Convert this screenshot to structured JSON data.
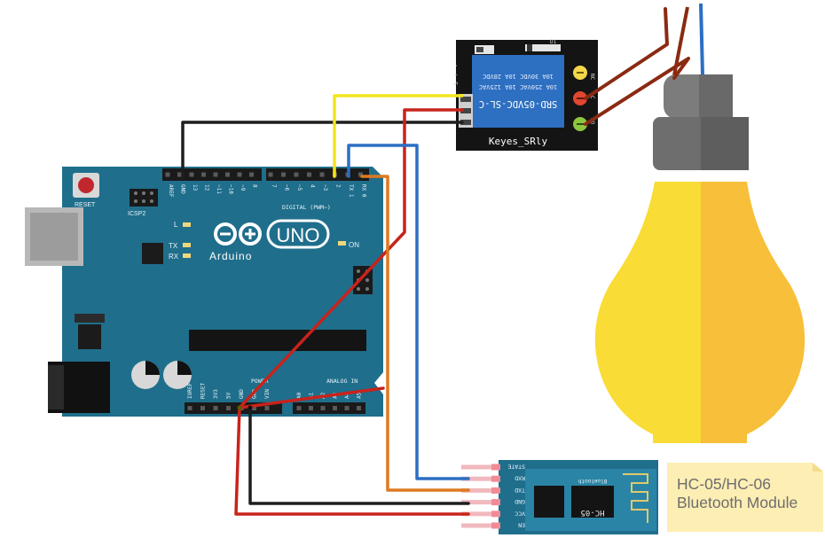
{
  "arduino": {
    "reset_label": "RESET",
    "icsp_label": "ICSP2",
    "led_l": "L",
    "led_tx": "TX",
    "led_rx": "RX",
    "on_label": "ON",
    "uno_label": "UNO",
    "brand_label": "Arduino",
    "digital_label": "DIGITAL (PWM~)",
    "power_label": "POWER",
    "analog_label": "ANALOG IN",
    "header_top_pins": [
      "AREF",
      "GND",
      "13",
      "12",
      "~11",
      "~10",
      "~9",
      "8",
      "7",
      "~6",
      "~5",
      "4",
      "~3",
      "2",
      "TX 1",
      "RX 0"
    ],
    "header_power_pins": [
      "IOREF",
      "RESET",
      "3V3",
      "5V",
      "GND",
      "GND",
      "VIN"
    ],
    "header_analog_pins": [
      "A0",
      "A1",
      "A2",
      "A3",
      "A4",
      "A5"
    ]
  },
  "relay": {
    "module_label": "Keyes_SRly",
    "model_line": "SRD-05VDC-SL-C",
    "rating_line1": "10A 250VAC 10A 125VAC",
    "rating_line2": "10A 30VDC 10A 28VDC",
    "pin_labels": [
      "S",
      "+",
      "-"
    ],
    "terminal_labels": [
      "NC",
      "C",
      "NO"
    ],
    "diode_label": "D1"
  },
  "bluetooth": {
    "chip_label": "HC-05",
    "small_label": "Bluetooth",
    "pin_labels": [
      "STATE",
      "RXD",
      "TXD",
      "GND",
      "VCC",
      "EN"
    ]
  },
  "note": {
    "line1": "HC-05/HC-06",
    "line2": "Bluetooth Module"
  },
  "colors": {
    "board": "#1f6e8c",
    "board_dark": "#17596f",
    "wire_black": "#1e1e1e",
    "wire_red": "#c8231b",
    "wire_yellow": "#f2e51b",
    "wire_blue": "#2b6fc3",
    "wire_orange": "#de7a21",
    "wire_brown": "#8a2a12",
    "bulb_yellow_light": "#f9dc35",
    "bulb_yellow_dark": "#f7bf3a",
    "bulb_socket": "#6f6f6f",
    "note_bg": "#fdeeb4"
  }
}
